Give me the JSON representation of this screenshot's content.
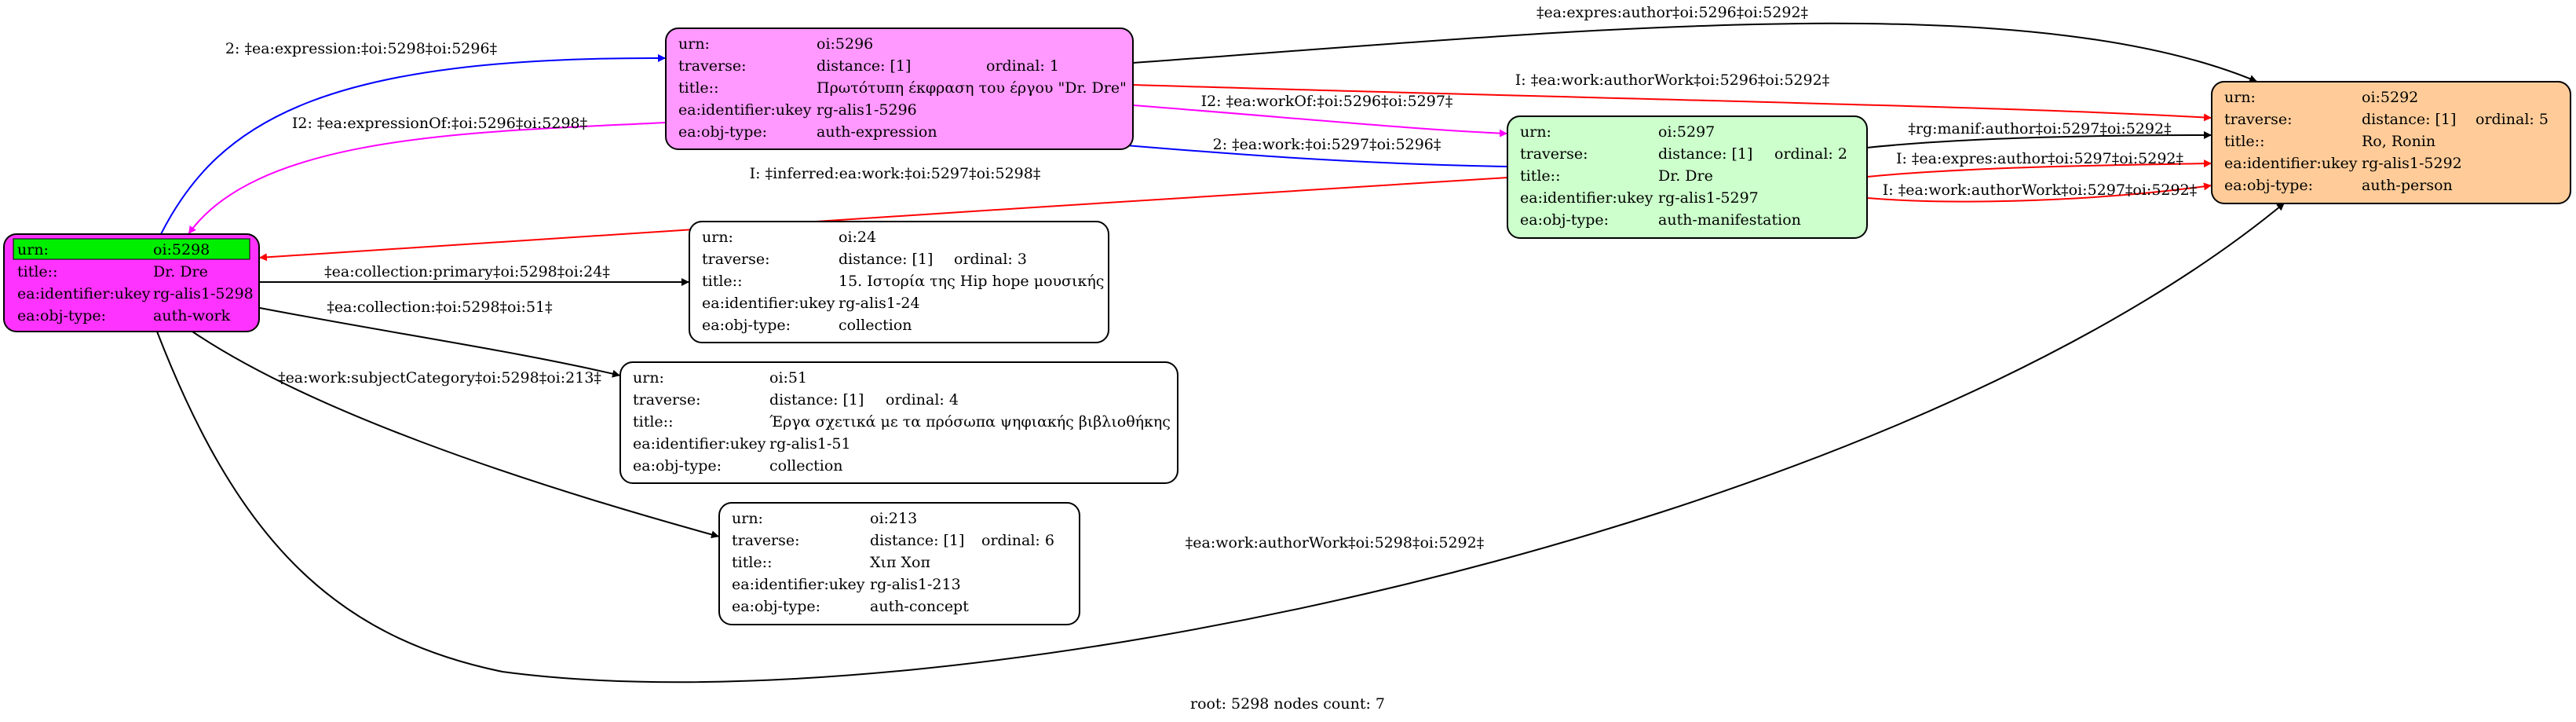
{
  "footer": "root: 5298 nodes count: 7",
  "colors": {
    "work": "#ff33ff",
    "work_urn_cell": "#00ee00",
    "expression": "#ff99ff",
    "manifestation": "#ccffcc",
    "person": "#ffcc99",
    "plain": "#ffffff",
    "edge_black": "#000000",
    "edge_red": "#ff0000",
    "edge_blue": "#0000ff",
    "edge_magenta": "#ff00ff"
  },
  "nodes": [
    {
      "id": "n5298",
      "style": "work",
      "rows": [
        {
          "key": "urn:",
          "value": "oi:5298"
        },
        {
          "key": "title::",
          "value": "Dr. Dre"
        },
        {
          "key": "ea:identifier:ukey",
          "value": "rg-alis1-5298"
        },
        {
          "key": "ea:obj-type:",
          "value": "auth-work"
        }
      ]
    },
    {
      "id": "n5296",
      "style": "expression",
      "rows": [
        {
          "key": "urn:",
          "value": "oi:5296"
        },
        {
          "key": "traverse:",
          "value": "distance: [1]",
          "extra": "ordinal: 1"
        },
        {
          "key": "title::",
          "value": "Πρωτότυπη έκφραση του έργου \"Dr. Dre\""
        },
        {
          "key": "ea:identifier:ukey",
          "value": "rg-alis1-5296"
        },
        {
          "key": "ea:obj-type:",
          "value": "auth-expression"
        }
      ]
    },
    {
      "id": "n5297",
      "style": "manifestation",
      "rows": [
        {
          "key": "urn:",
          "value": "oi:5297"
        },
        {
          "key": "traverse:",
          "value": "distance: [1]",
          "extra": "ordinal: 2"
        },
        {
          "key": "title::",
          "value": "Dr. Dre"
        },
        {
          "key": "ea:identifier:ukey",
          "value": "rg-alis1-5297"
        },
        {
          "key": "ea:obj-type:",
          "value": "auth-manifestation"
        }
      ]
    },
    {
      "id": "n5292",
      "style": "person",
      "rows": [
        {
          "key": "urn:",
          "value": "oi:5292"
        },
        {
          "key": "traverse:",
          "value": "distance: [1]",
          "extra": "ordinal: 5"
        },
        {
          "key": "title::",
          "value": "Ro, Ronin"
        },
        {
          "key": "ea:identifier:ukey",
          "value": "rg-alis1-5292"
        },
        {
          "key": "ea:obj-type:",
          "value": "auth-person"
        }
      ]
    },
    {
      "id": "n24",
      "style": "plain",
      "rows": [
        {
          "key": "urn:",
          "value": "oi:24"
        },
        {
          "key": "traverse:",
          "value": "distance: [1]",
          "extra": "ordinal: 3"
        },
        {
          "key": "title::",
          "value": "15. Ιστορία της Hip hope μουσικής"
        },
        {
          "key": "ea:identifier:ukey",
          "value": "rg-alis1-24"
        },
        {
          "key": "ea:obj-type:",
          "value": "collection"
        }
      ]
    },
    {
      "id": "n51",
      "style": "plain",
      "rows": [
        {
          "key": "urn:",
          "value": "oi:51"
        },
        {
          "key": "traverse:",
          "value": "distance: [1]",
          "extra": "ordinal: 4"
        },
        {
          "key": "title::",
          "value": "Έργα σχετικά με τα πρόσωπα ψηφιακής βιβλιοθήκης"
        },
        {
          "key": "ea:identifier:ukey",
          "value": "rg-alis1-51"
        },
        {
          "key": "ea:obj-type:",
          "value": "collection"
        }
      ]
    },
    {
      "id": "n213",
      "style": "plain",
      "rows": [
        {
          "key": "urn:",
          "value": "oi:213"
        },
        {
          "key": "traverse:",
          "value": "distance: [1]",
          "extra": "ordinal: 6"
        },
        {
          "key": "title::",
          "value": "Χιπ Χοπ"
        },
        {
          "key": "ea:identifier:ukey",
          "value": "rg-alis1-213"
        },
        {
          "key": "ea:obj-type:",
          "value": "auth-concept"
        }
      ]
    }
  ],
  "edges": [
    {
      "id": "e1",
      "from": "n5298",
      "to": "n5296",
      "color": "edge_blue",
      "label": "2: ‡ea:expression:‡oi:5298‡oi:5296‡"
    },
    {
      "id": "e2",
      "from": "n5296",
      "to": "n5298",
      "color": "edge_magenta",
      "label": "I2: ‡ea:expressionOf:‡oi:5296‡oi:5298‡"
    },
    {
      "id": "e3",
      "from": "n5296",
      "to": "n5292",
      "color": "edge_black",
      "label": "‡ea:expres:author‡oi:5296‡oi:5292‡"
    },
    {
      "id": "e4",
      "from": "n5296",
      "to": "n5292",
      "color": "edge_red",
      "label": "I: ‡ea:work:authorWork‡oi:5296‡oi:5292‡"
    },
    {
      "id": "e5",
      "from": "n5296",
      "to": "n5297",
      "color": "edge_magenta",
      "label": "I2: ‡ea:workOf:‡oi:5296‡oi:5297‡"
    },
    {
      "id": "e6",
      "from": "n5297",
      "to": "n5296",
      "color": "edge_blue",
      "label": "2: ‡ea:work:‡oi:5297‡oi:5296‡"
    },
    {
      "id": "e7",
      "from": "n5297",
      "to": "n5298",
      "color": "edge_red",
      "label": "I: ‡inferred:ea:work:‡oi:5297‡oi:5298‡"
    },
    {
      "id": "e8",
      "from": "n5297",
      "to": "n5292",
      "color": "edge_black",
      "label": "‡rg:manif:author‡oi:5297‡oi:5292‡"
    },
    {
      "id": "e9",
      "from": "n5297",
      "to": "n5292",
      "color": "edge_red",
      "label": "I: ‡ea:expres:author‡oi:5297‡oi:5292‡"
    },
    {
      "id": "e10",
      "from": "n5297",
      "to": "n5292",
      "color": "edge_red",
      "label": "I: ‡ea:work:authorWork‡oi:5297‡oi:5292‡"
    },
    {
      "id": "e11",
      "from": "n5298",
      "to": "n24",
      "color": "edge_black",
      "label": "‡ea:collection:primary‡oi:5298‡oi:24‡"
    },
    {
      "id": "e12",
      "from": "n5298",
      "to": "n51",
      "color": "edge_black",
      "label": "‡ea:collection:‡oi:5298‡oi:51‡"
    },
    {
      "id": "e13",
      "from": "n5298",
      "to": "n213",
      "color": "edge_black",
      "label": "‡ea:work:subjectCategory‡oi:5298‡oi:213‡"
    },
    {
      "id": "e14",
      "from": "n5298",
      "to": "n5292",
      "color": "edge_black",
      "label": "‡ea:work:authorWork‡oi:5298‡oi:5292‡"
    }
  ]
}
